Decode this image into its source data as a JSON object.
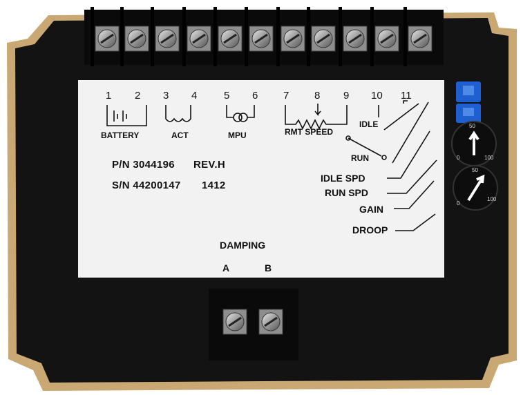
{
  "product": {
    "terminal_numbers": [
      "1",
      "2",
      "3",
      "4",
      "5",
      "6",
      "7",
      "8",
      "9",
      "10",
      "11"
    ],
    "group_labels": {
      "battery": "BATTERY",
      "act": "ACT",
      "mpu": "MPU",
      "rmt_speed": "RMT SPEED",
      "idle": "IDLE",
      "run": "RUN"
    },
    "part_number_line": "P/N 3044196",
    "revision": "REV.H",
    "serial_number_line": "S/N 44200147",
    "date_code": "1412",
    "pot_labels": {
      "idle_spd": "IDLE SPD",
      "run_spd": "RUN SPD",
      "gain": "GAIN",
      "droop": "DROOP"
    },
    "damping": {
      "label": "DAMPING",
      "a": "A",
      "b": "B"
    },
    "dial_scale": {
      "min": "0",
      "mid": "50",
      "max": "100"
    },
    "colors": {
      "housing_black": "#111111",
      "base_plate_tan": "#c9a874",
      "label_white": "#f2f2f2",
      "trim_pot_blue": "#1f5fd0"
    }
  }
}
